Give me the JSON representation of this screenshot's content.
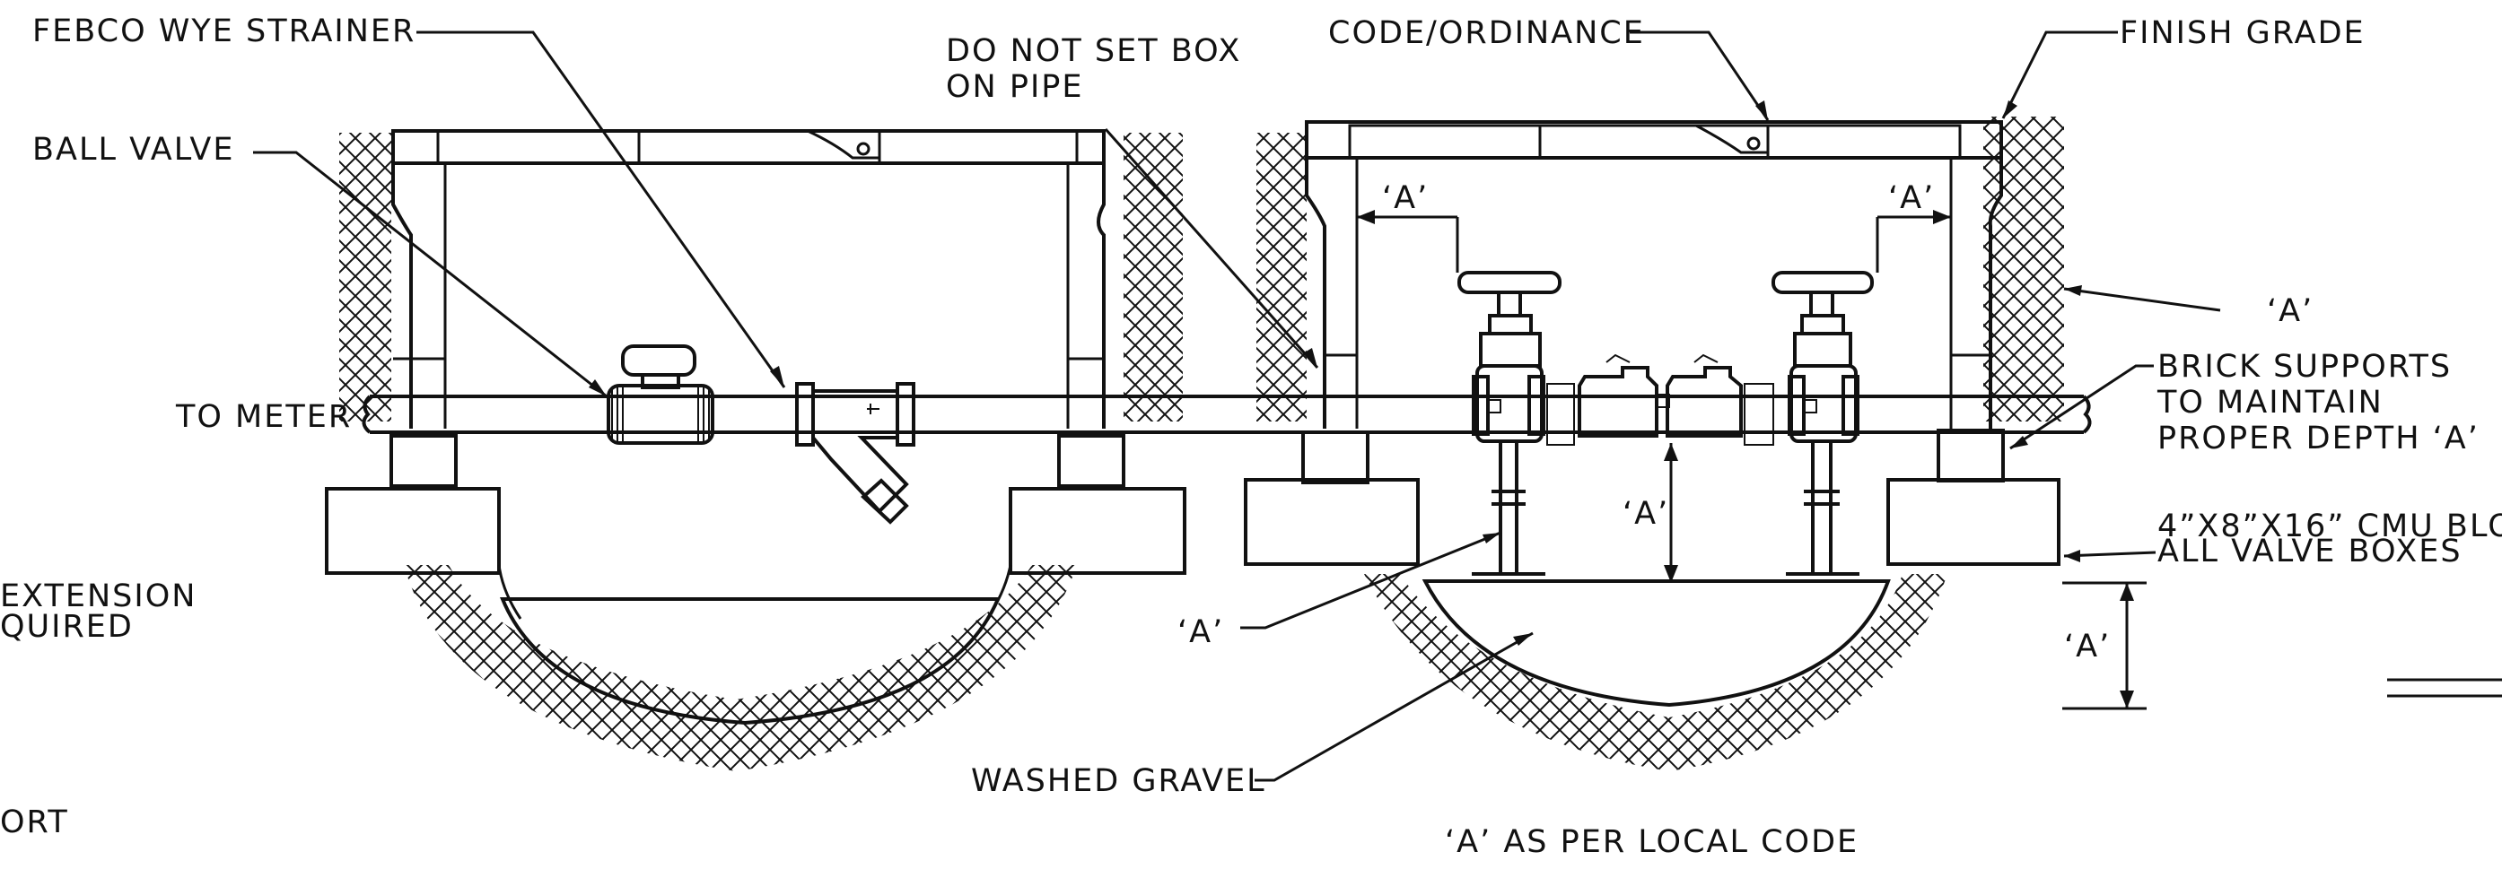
{
  "labels": {
    "febco": "FEBCO WYE STRAINER",
    "ball_valve": "BALL VALVE",
    "to_meter": "TO METER",
    "extension_1": "EXTENSION",
    "extension_2": "QUIRED",
    "port": "ORT",
    "do_not_set_1": "DO NOT SET BOX",
    "do_not_set_2": "ON PIPE",
    "code_ord": "CODE/ORDINANCE",
    "finish_grade": "FINISH GRADE",
    "a_tag": "‘A’",
    "brick_1": "BRICK SUPPORTS",
    "brick_2": "TO MAINTAIN",
    "brick_3": "PROPER DEPTH ‘A’",
    "cmu_1": "4”X8”X16” CMU BLO",
    "cmu_2": "ALL VALVE BOXES",
    "washed_gravel": "WASHED GRAVEL",
    "footer": "‘A’ AS PER LOCAL CODE"
  },
  "colors": {
    "ink": "#111111",
    "paper": "#ffffff"
  }
}
